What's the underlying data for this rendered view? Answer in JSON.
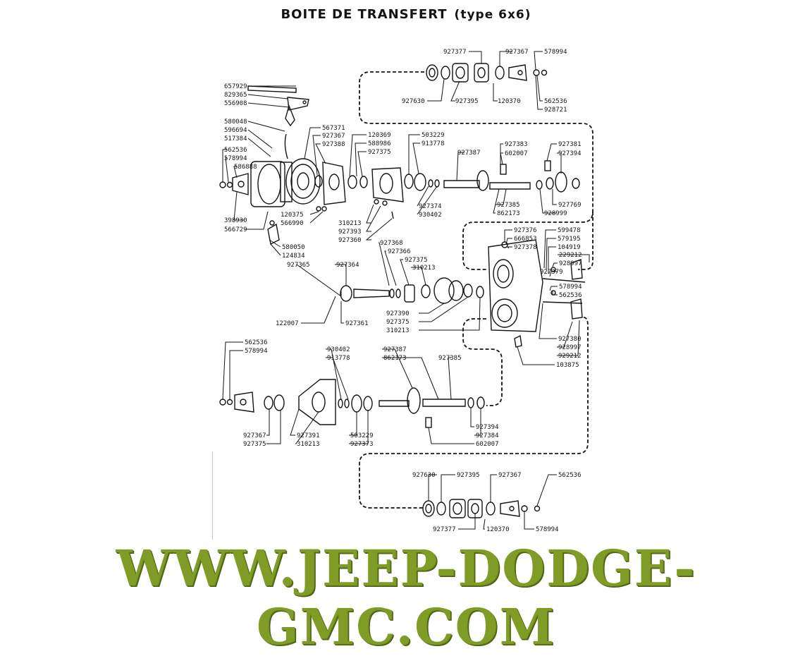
{
  "title": {
    "main": "BOITE DE TRANSFERT",
    "sub": "(type 6x6)"
  },
  "watermark": "WWW.JEEP-DODGE-GMC.COM",
  "colors": {
    "ink": "#141414",
    "watermark": "#7e9c26"
  },
  "labels": {
    "l01": "927377",
    "l02": "927367",
    "l03": "578994",
    "l04": "927630",
    "l05": "927395",
    "l06": "120370",
    "l07": "562536",
    "l08": "928721",
    "l09": "657929",
    "l10": "829365",
    "l11": "556908",
    "l12": "580048",
    "l13": "596694",
    "l14": "517384",
    "l15": "562536",
    "l16": "578994",
    "l17": "586888",
    "l18": "398930",
    "l19": "566729",
    "l20": "567371",
    "l21": "927367",
    "l22": "927388",
    "l23": "120369",
    "l24": "588986",
    "l25": "927375",
    "l26": "120375",
    "l27": "566990",
    "l28": "310213",
    "l29": "927393",
    "l30": "927360",
    "l31": "580050",
    "l32": "124834",
    "l33": "503229",
    "l34": "913778",
    "l35": "927387",
    "l36": "927374",
    "l37": "930402",
    "l38": "927383",
    "l39": "602007",
    "l40": "927385",
    "l41": "862173",
    "l42": "927381",
    "l43": "927394",
    "l44": "927769",
    "l45": "928999",
    "l46": "927376",
    "l47": "666853",
    "l48": "927378",
    "l49": "599478",
    "l50": "579195",
    "l51": "104919",
    "l52": "229212",
    "l53": "928997",
    "l54": "927379",
    "l55": "578994",
    "l56": "562536",
    "l57": "927380",
    "l58": "928997",
    "l59": "929212",
    "l60": "103875",
    "l61": "927365",
    "l62": "927364",
    "l63": "927368",
    "l64": "927366",
    "l65": "927375",
    "l66": "310213",
    "l67": "122007",
    "l68": "927361",
    "l69": "927390",
    "l70": "927375",
    "l71": "310213",
    "l72": "562536",
    "l73": "578994",
    "l74": "930402",
    "l75": "913778",
    "l76": "927387",
    "l77": "862173",
    "l78": "927385",
    "l79": "927367",
    "l80": "927375",
    "l81": "927391",
    "l82": "310213",
    "l83": "503229",
    "l84": "927373",
    "l85": "927394",
    "l86": "927384",
    "l87": "602007",
    "l88": "927630",
    "l89": "927395",
    "l90": "927367",
    "l91": "562536",
    "l92": "927377",
    "l93": "120370",
    "l94": "578994"
  }
}
